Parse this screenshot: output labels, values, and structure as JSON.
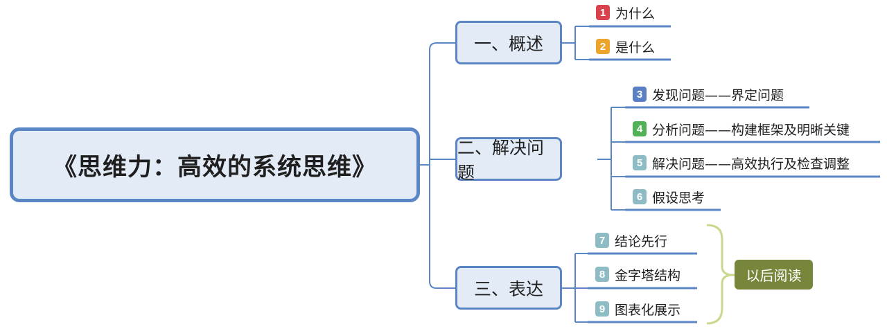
{
  "root": {
    "title": "《思维力：高效的系统思维》"
  },
  "sections": [
    {
      "label": "一、概述",
      "items": [
        {
          "num": "1",
          "label": "为什么",
          "color": "#d9414c"
        },
        {
          "num": "2",
          "label": "是什么",
          "color": "#eca52a"
        }
      ]
    },
    {
      "label": "二、解决问题",
      "items": [
        {
          "num": "3",
          "label": "发现问题——界定问题",
          "color": "#5a7fc4"
        },
        {
          "num": "4",
          "label": "分析问题——构建框架及明晰关键",
          "color": "#52b157"
        },
        {
          "num": "5",
          "label": "解决问题——高效执行及检查调整",
          "color": "#8ebcc5"
        },
        {
          "num": "6",
          "label": "假设思考",
          "color": "#8ebcc5"
        }
      ]
    },
    {
      "label": "三、表达",
      "items": [
        {
          "num": "7",
          "label": "结论先行",
          "color": "#8ebcc5"
        },
        {
          "num": "8",
          "label": "金字塔结构",
          "color": "#8ebcc5"
        },
        {
          "num": "9",
          "label": "图表化展示",
          "color": "#8ebcc5"
        }
      ]
    }
  ],
  "note": {
    "label": "以后阅读",
    "color": "#76873b",
    "brace_color": "#c9d88f"
  },
  "line_color": "#5b86c6"
}
